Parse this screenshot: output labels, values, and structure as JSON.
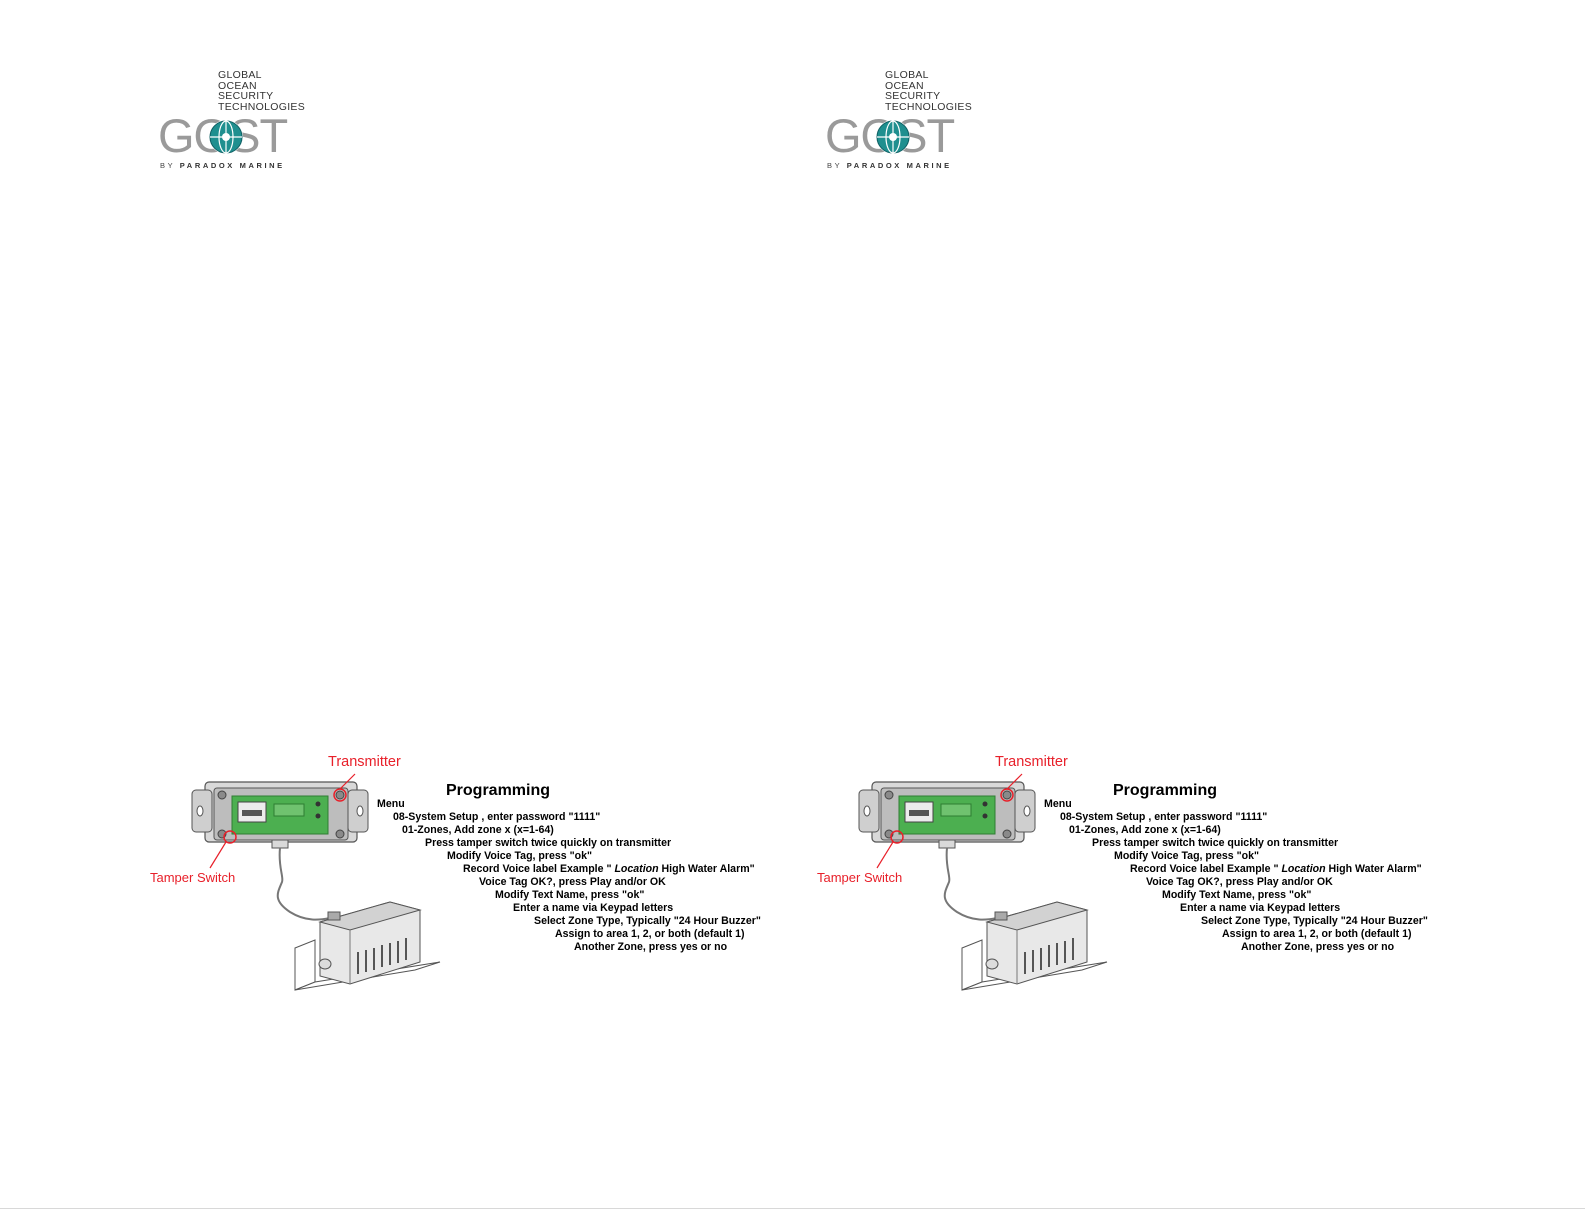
{
  "logo": {
    "tagline_lines": [
      "GLOBAL",
      "OCEAN",
      "SECURITY",
      "TECHNOLOGIES"
    ],
    "wordmark": "GOST",
    "byline_prefix": "BY",
    "byline_brand": "PARADOX MARINE"
  },
  "figure": {
    "transmitter_label": "Transmitter",
    "tamper_label": "Tamper Switch",
    "programming_title": "Programming",
    "steps": [
      {
        "text": "Menu"
      },
      {
        "text": "08-System Setup , enter password \"1111\""
      },
      {
        "text": "01-Zones, Add zone x (x=1-64)"
      },
      {
        "text": "Press tamper switch twice quickly on transmitter"
      },
      {
        "text": "Modify Voice Tag, press \"ok\""
      },
      {
        "text_before": "Record Voice label Example \" ",
        "italic": "Location",
        "text_after": " High Water Alarm\""
      },
      {
        "text": "Voice Tag OK?, press Play and/or OK"
      },
      {
        "text": "Modify Text Name, press \"ok\""
      },
      {
        "text": "Enter a name via Keypad letters"
      },
      {
        "text": "Select Zone Type, Typically \"24 Hour Buzzer\""
      },
      {
        "text": "Assign to area 1, 2, or both (default 1)"
      },
      {
        "text": "Another Zone, press yes or no"
      }
    ]
  },
  "colors": {
    "callout_red": "#e8202a",
    "board_green": "#4caf50",
    "logo_gray": "#9a9a9a",
    "globe_teal": "#1f8f8f"
  }
}
